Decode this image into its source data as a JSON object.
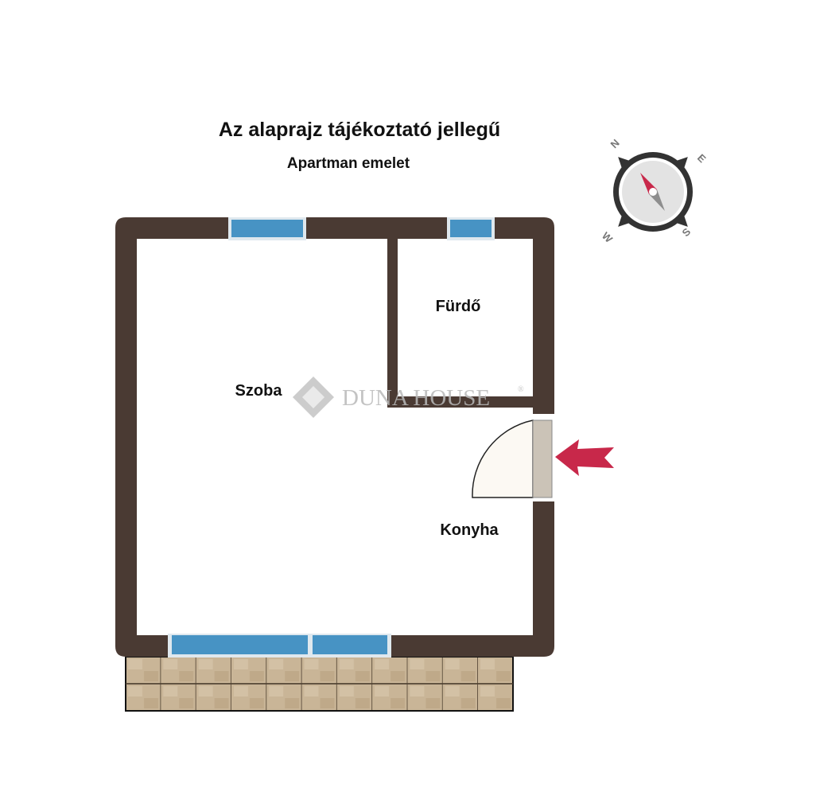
{
  "title": "Az alaprajz tájékoztató jellegű",
  "subtitle": "Apartman emelet",
  "rooms": {
    "bath": "Fürdő",
    "room": "Szoba",
    "kitchen": "Konyha"
  },
  "watermark": "DUNA HOUSE",
  "watermark_mark": "®",
  "compass": {
    "n": "N",
    "e": "E",
    "s": "S",
    "w": "W"
  },
  "colors": {
    "wall": "#4a3a33",
    "window": "#4793c4",
    "arrow": "#c8284a",
    "tile": "#c9b597"
  }
}
